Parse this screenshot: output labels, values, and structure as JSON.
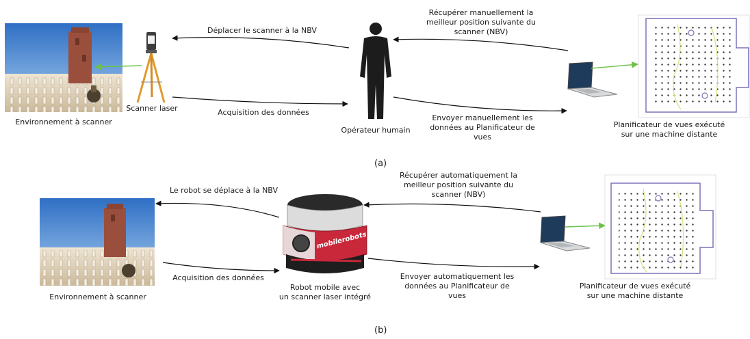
{
  "panel_a": {
    "label": "(a)",
    "environment_label": "Environnement à scanner",
    "scanner_label": "Scanner laser",
    "operator_label": "Opérateur humain",
    "planner_label": "Planificateur de vues exécuté\nsur une machine distante",
    "arrow_move": "Déplacer le scanner à la NBV",
    "arrow_acquire": "Acquisition des données",
    "arrow_retrieve": "Récupérer manuellement la\nmeilleur position suivante du\nscanner (NBV)",
    "arrow_send": "Envoyer manuellement les\ndonnées au Planificateur de\nvues"
  },
  "panel_b": {
    "label": "(b)",
    "environment_label": "Environnement à scanner",
    "robot_label": "Robot mobile avec\nun scanner laser intégré",
    "planner_label": "Planificateur de vues exécuté\nsur une machine distante",
    "robot_brand": "mobilerobots",
    "arrow_move": "Le robot se déplace à la NBV",
    "arrow_acquire": "Acquisition des données",
    "arrow_retrieve": "Récupérer automatiquement la\nmeilleur position suivante du\nscanner (NBV)",
    "arrow_send": "Envoyer automatiquement les\ndonnées au Planificateur de\nvues"
  },
  "colors": {
    "sky": "#4f8fd8",
    "ground": "#e8dcc8",
    "tower": "#9a4f3c",
    "arrow": "#111111",
    "green_arrow": "#6cc24a",
    "laptop_screen": "#1f3b5c",
    "robot_red": "#c8283a",
    "map_border": "#7b74b8"
  }
}
